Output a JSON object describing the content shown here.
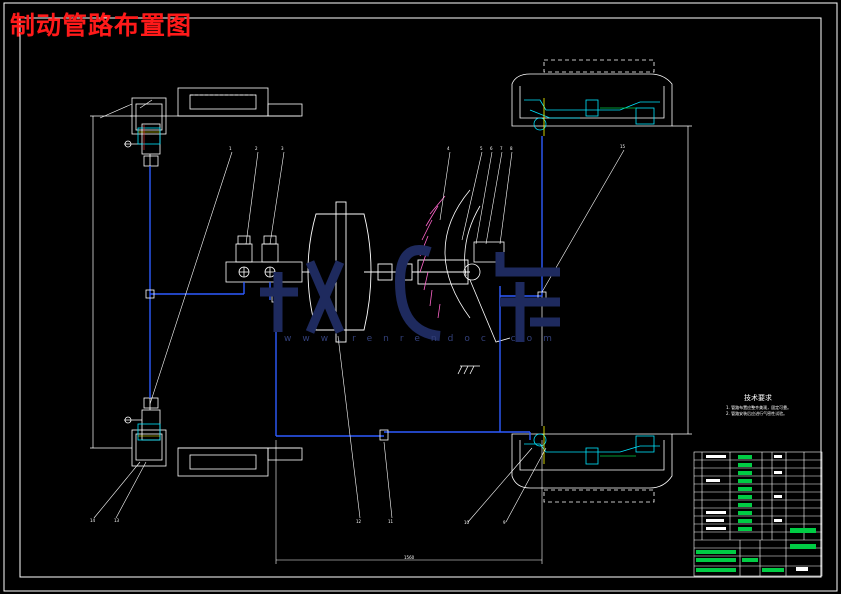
{
  "drawing": {
    "title": "制动管路布置图"
  },
  "callouts": [
    "1",
    "2",
    "3",
    "4",
    "5",
    "6",
    "7",
    "8",
    "9",
    "10",
    "11",
    "12",
    "13",
    "14",
    "15"
  ],
  "tech_requirements": {
    "title": "技术要求",
    "lines": [
      "1. 管路布置应整齐美观，固定可靠。",
      "2. 管路安装后应进行气密性试验。"
    ]
  },
  "dimensions": {
    "bottom": "1560"
  },
  "watermark": {
    "url": "www.renrendoc.com"
  },
  "colors": {
    "background": "#000000",
    "outline": "#ffffff",
    "pipe": "#2d5bff",
    "hydraulic": "#00e5ff",
    "title": "#ff1a1a",
    "block_green": "#00cc44",
    "hatch": "#ff66cc",
    "yellow": "#ffff00"
  }
}
